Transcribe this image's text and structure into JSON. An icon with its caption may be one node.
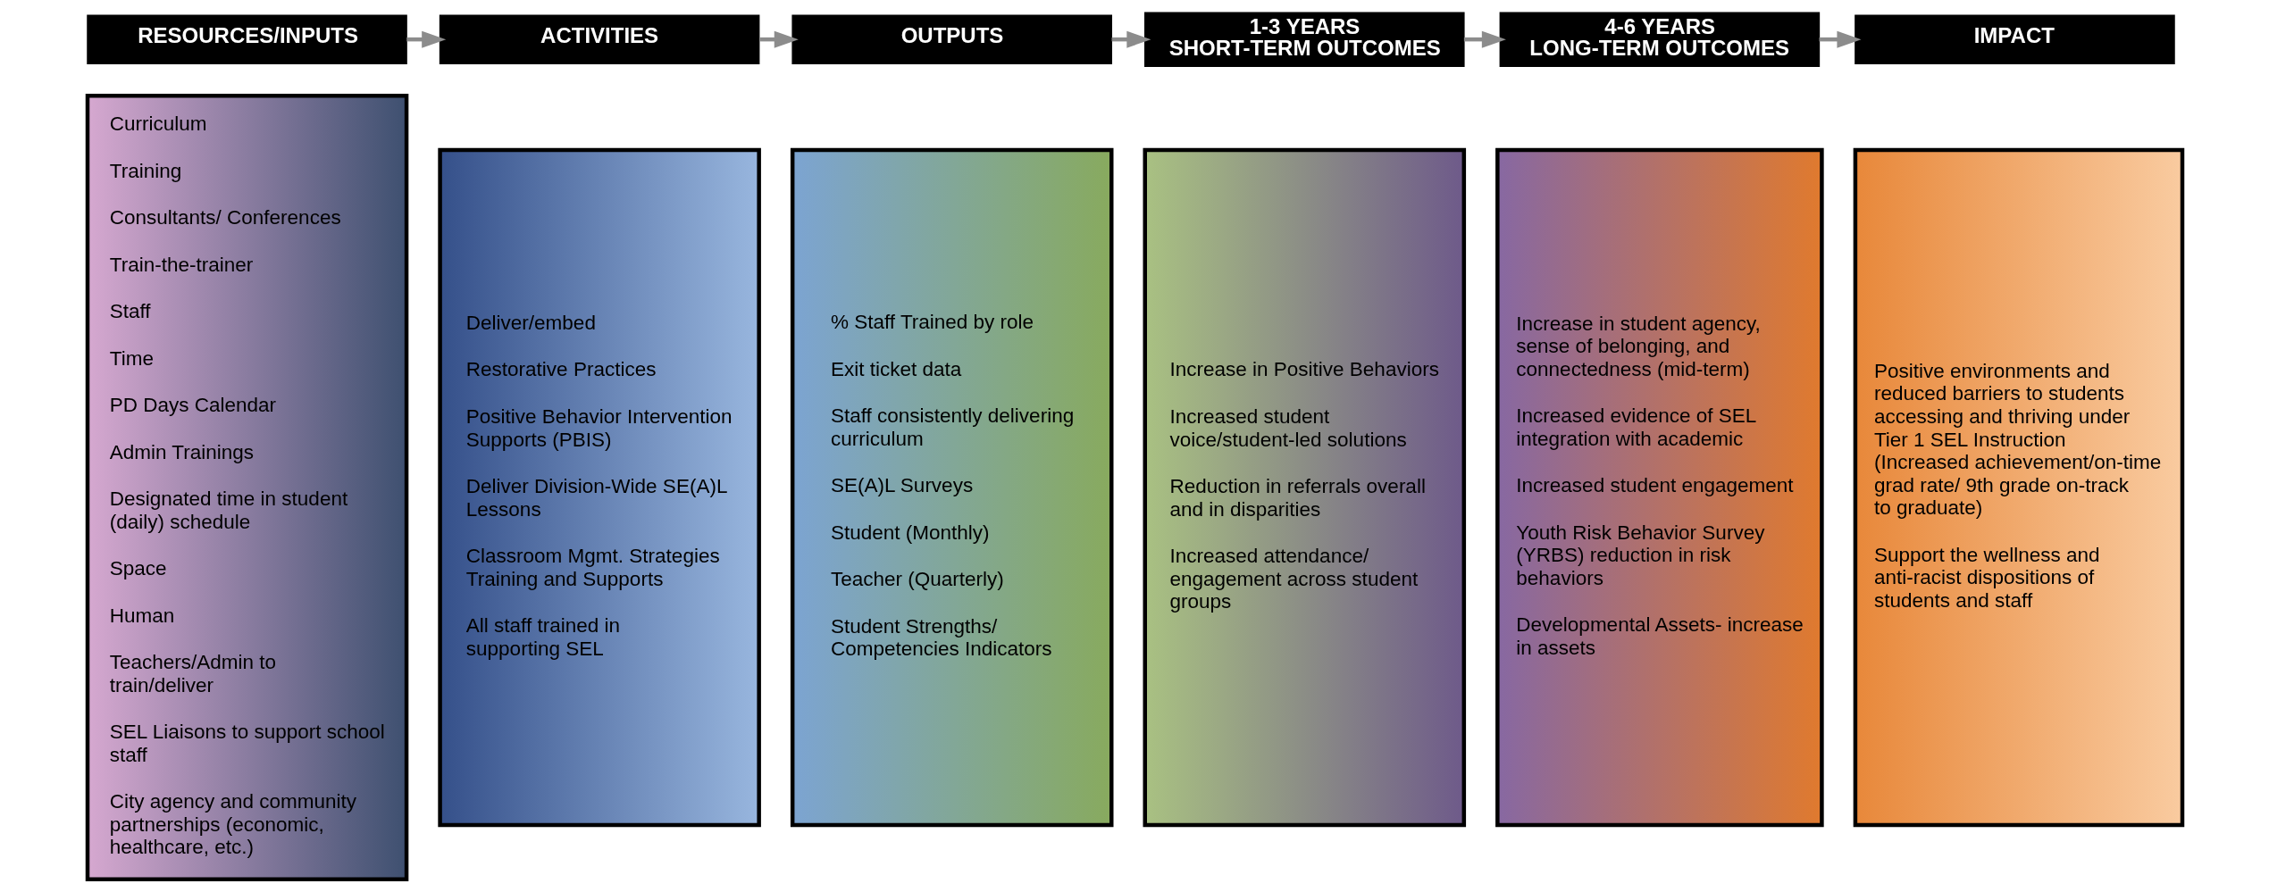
{
  "diagram": {
    "nodes": [
      {
        "text": [
          "RESOURCES/INPUTS"
        ]
      },
      {
        "text": [
          "ACTIVITIES"
        ]
      },
      {
        "text": [
          "OUTPUTS"
        ]
      },
      {
        "text": [
          "1-3 YEARS",
          "SHORT-TERM OUTCOMES"
        ]
      },
      {
        "text": [
          "4-6 YEARS",
          "LONG-TERM OUTCOMES"
        ]
      },
      {
        "text": [
          "IMPACT"
        ]
      },
      {
        "text": [
          "Curriculum",
          "Training",
          "Consultants/ Conferences",
          "Train-the-trainer",
          "Staff",
          "Time",
          "PD Days Calendar",
          "Admin Trainings",
          "Designated time in student (daily) schedule",
          "Space",
          "Human",
          "Teachers/Admin to train/deliver",
          "SEL Liaisons to support school staff",
          "City agency and community partnerships (economic, healthcare, etc.)"
        ]
      },
      {
        "text": [
          "Deliver/embed",
          "Restorative Practices",
          "Positive Behavior Intervention Supports (PBIS)",
          "Deliver Division-Wide SE(A)L Lessons",
          "Classroom Mgmt. Strategies Training and Supports",
          "All staff trained in supporting SEL"
        ]
      },
      {
        "text": [
          "% Staff Trained by role",
          "Exit ticket data",
          "Staff consistently delivering curriculum",
          "SE(A)L Surveys",
          "Student (Monthly)",
          "Teacher (Quarterly)",
          "Student Strengths/ Competencies Indicators"
        ]
      },
      {
        "text": [
          "Increase in Positive Behaviors",
          "Increased student voice/student-led solutions",
          "Reduction in referrals overall and in disparities",
          "Increased attendance/ engagement across student groups"
        ]
      },
      {
        "text": [
          "Increase in student agency, sense of belonging, and connectedness (mid-term)",
          "Increased evidence of SEL integration with academic",
          "Increased student engagement",
          "Youth Risk Behavior Survey (YRBS) reduction in risk behaviors",
          "Developmental Assets- increase in assets"
        ]
      },
      {
        "text": [
          "Positive environments and reduced barriers to students accessing and thriving under Tier 1 SEL Instruction (Increased achievement/on-time grad rate/ 9th grade on-track to graduate)",
          "Support the wellness and anti-racist dispositions of students and staff"
        ]
      }
    ],
    "edges": [
      {
        "from": 0,
        "to": 1,
        "arrow": "to"
      },
      {
        "from": 1,
        "to": 2,
        "arrow": "to"
      },
      {
        "from": 2,
        "to": 3,
        "arrow": "to"
      },
      {
        "from": 3,
        "to": 4,
        "arrow": "to"
      },
      {
        "from": 4,
        "to": 5,
        "arrow": "to"
      }
    ]
  }
}
